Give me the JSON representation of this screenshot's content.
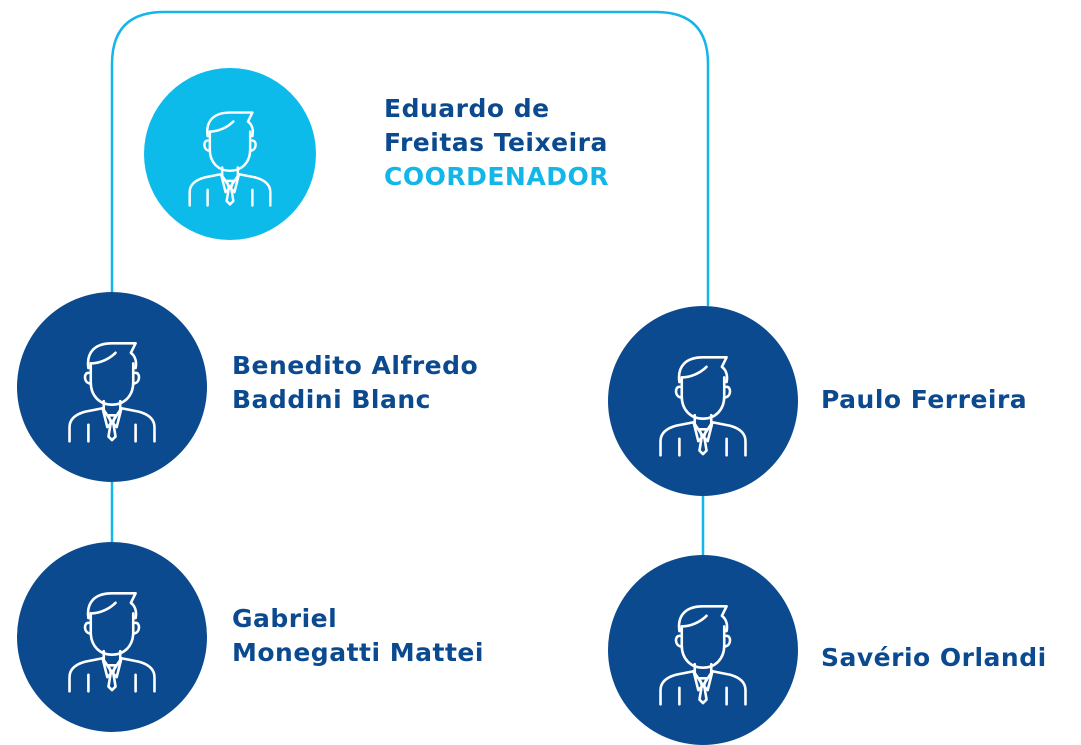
{
  "colors": {
    "coordinator_circle": "#0DBBEB",
    "member_circle": "#0B4A8F",
    "connector_line": "#13B6E8",
    "name_text": "#0B4A8F",
    "role_text": "#13B6E8",
    "icon_stroke": "#FFFFFF"
  },
  "coordinator": {
    "name_lines": [
      "Eduardo de",
      "Freitas Teixeira"
    ],
    "role": "COORDENADOR",
    "icon": "person-in-suit-icon"
  },
  "members": [
    {
      "id": "benedito",
      "name_lines": [
        "Benedito Alfredo",
        "Baddini Blanc"
      ],
      "icon": "person-in-suit-icon"
    },
    {
      "id": "paulo",
      "name_lines": [
        "Paulo Ferreira"
      ],
      "icon": "person-in-suit-icon"
    },
    {
      "id": "gabriel",
      "name_lines": [
        "Gabriel",
        "Monegatti Mattei"
      ],
      "icon": "person-in-suit-icon"
    },
    {
      "id": "saverio",
      "name_lines": [
        "Savério Orlandi"
      ],
      "icon": "person-in-suit-icon"
    }
  ]
}
